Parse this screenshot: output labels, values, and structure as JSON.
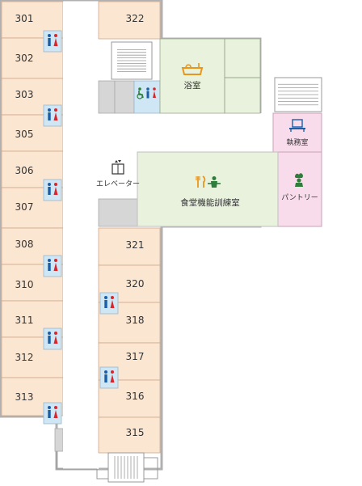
{
  "colors": {
    "guest_room": "#fbe6d2",
    "corridor": "#ffffff",
    "bath": "#e8f2dc",
    "dining": "#e8f2dc",
    "office": "#f9dceb",
    "pantry": "#f9dceb",
    "service": "#d6d6d6",
    "outline": "#888888",
    "wall": "#bfbfbf",
    "toilet_bg": "#cfe6f4",
    "male": "#1b5ea8",
    "female": "#d8262c",
    "accessible": "#2e7d3a",
    "bath_icon": "#e8961e",
    "dining_fork": "#e8961e",
    "dining_person": "#2e7d3a",
    "office_icon": "#1b5ea8",
    "pantry_icon": "#2e7d3a"
  },
  "rooms": {
    "r301": "301",
    "r302": "302",
    "r303": "303",
    "r305": "305",
    "r306": "306",
    "r307": "307",
    "r308": "308",
    "r310": "310",
    "r311": "311",
    "r312": "312",
    "r313": "313",
    "r322": "322",
    "r321": "321",
    "r320": "320",
    "r318": "318",
    "r317": "317",
    "r316": "316",
    "r315": "315"
  },
  "facilities": {
    "bath": "浴室",
    "office": "執務室",
    "elevator": "エレベーター",
    "dining": "食堂機能訓練室",
    "pantry": "パントリー"
  },
  "icons": {
    "toilet": "toilet-icon",
    "accessible_toilet": "accessible-toilet-icon",
    "bath": "bathtub-icon",
    "office": "desk-icon",
    "elevator": "elevator-icon",
    "dining": "fork-knife-person-icon",
    "pantry": "chef-icon",
    "stairs": "stairs-icon"
  }
}
